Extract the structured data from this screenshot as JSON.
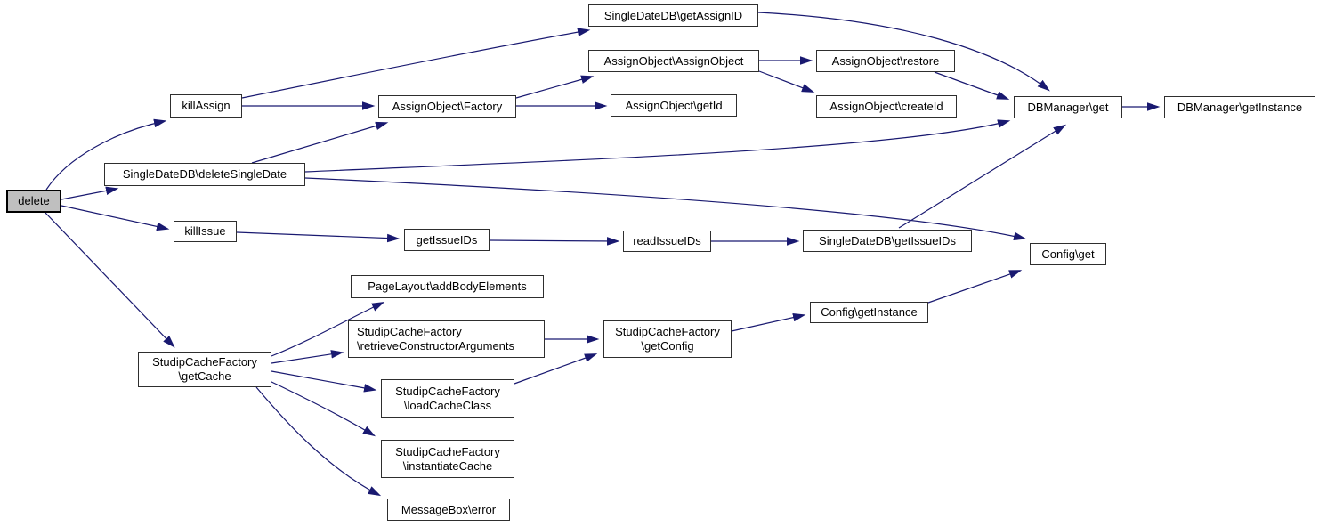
{
  "diagram": {
    "kind": "doxygen-call-graph",
    "colors": {
      "background": "#ffffff",
      "edge": "#191970",
      "node_fill": "#ffffff",
      "node_border": "#2e2e2e",
      "root_node_fill": "#bfbfbf",
      "text": "#000000"
    },
    "nodes": {
      "delete": {
        "label": "delete"
      },
      "killAssign": {
        "label": "killAssign"
      },
      "deleteSingleDate": {
        "label": "SingleDateDB\\deleteSingleDate"
      },
      "killIssue": {
        "label": "killIssue"
      },
      "getCache": {
        "line1": "StudipCacheFactory",
        "line2": "\\getCache"
      },
      "factory": {
        "label": "AssignObject\\Factory"
      },
      "getAssignID": {
        "label": "SingleDateDB\\getAssignID"
      },
      "assignObject": {
        "label": "AssignObject\\AssignObject"
      },
      "getId": {
        "label": "AssignObject\\getId"
      },
      "restore": {
        "label": "AssignObject\\restore"
      },
      "createId": {
        "label": "AssignObject\\createId"
      },
      "dbGet": {
        "label": "DBManager\\get"
      },
      "dbGetInstance": {
        "label": "DBManager\\getInstance"
      },
      "getIssueIDs": {
        "label": "getIssueIDs"
      },
      "readIssueIDs": {
        "label": "readIssueIDs"
      },
      "sdGetIssueIDs": {
        "label": "SingleDateDB\\getIssueIDs"
      },
      "configGet": {
        "label": "Config\\get"
      },
      "configGetInstance": {
        "label": "Config\\getInstance"
      },
      "addBodyElements": {
        "label": "PageLayout\\addBodyElements"
      },
      "retrieveCA": {
        "line1": "StudipCacheFactory",
        "line2": "\\retrieveConstructorArguments"
      },
      "loadCacheClass": {
        "line1": "StudipCacheFactory",
        "line2": "\\loadCacheClass"
      },
      "instantiateCache": {
        "line1": "StudipCacheFactory",
        "line2": "\\instantiateCache"
      },
      "messageBoxError": {
        "label": "MessageBox\\error"
      },
      "getConfig": {
        "line1": "StudipCacheFactory",
        "line2": "\\getConfig"
      }
    },
    "edges": [
      {
        "from": "delete",
        "to": "killAssign"
      },
      {
        "from": "delete",
        "to": "deleteSingleDate"
      },
      {
        "from": "delete",
        "to": "killIssue"
      },
      {
        "from": "delete",
        "to": "getCache"
      },
      {
        "from": "killAssign",
        "to": "getAssignID"
      },
      {
        "from": "killAssign",
        "to": "factory"
      },
      {
        "from": "deleteSingleDate",
        "to": "factory"
      },
      {
        "from": "deleteSingleDate",
        "to": "dbGet"
      },
      {
        "from": "deleteSingleDate",
        "to": "configGet"
      },
      {
        "from": "factory",
        "to": "assignObject"
      },
      {
        "from": "factory",
        "to": "getId"
      },
      {
        "from": "assignObject",
        "to": "restore"
      },
      {
        "from": "assignObject",
        "to": "createId"
      },
      {
        "from": "restore",
        "to": "dbGet"
      },
      {
        "from": "getAssignID",
        "to": "dbGet"
      },
      {
        "from": "dbGet",
        "to": "dbGetInstance"
      },
      {
        "from": "killIssue",
        "to": "getIssueIDs"
      },
      {
        "from": "getIssueIDs",
        "to": "readIssueIDs"
      },
      {
        "from": "readIssueIDs",
        "to": "sdGetIssueIDs"
      },
      {
        "from": "sdGetIssueIDs",
        "to": "dbGet"
      },
      {
        "from": "configGetInstance",
        "to": "configGet"
      },
      {
        "from": "getCache",
        "to": "addBodyElements"
      },
      {
        "from": "getCache",
        "to": "retrieveCA"
      },
      {
        "from": "getCache",
        "to": "loadCacheClass"
      },
      {
        "from": "getCache",
        "to": "instantiateCache"
      },
      {
        "from": "getCache",
        "to": "messageBoxError"
      },
      {
        "from": "retrieveCA",
        "to": "getConfig"
      },
      {
        "from": "loadCacheClass",
        "to": "getConfig"
      },
      {
        "from": "getConfig",
        "to": "configGetInstance"
      }
    ]
  }
}
